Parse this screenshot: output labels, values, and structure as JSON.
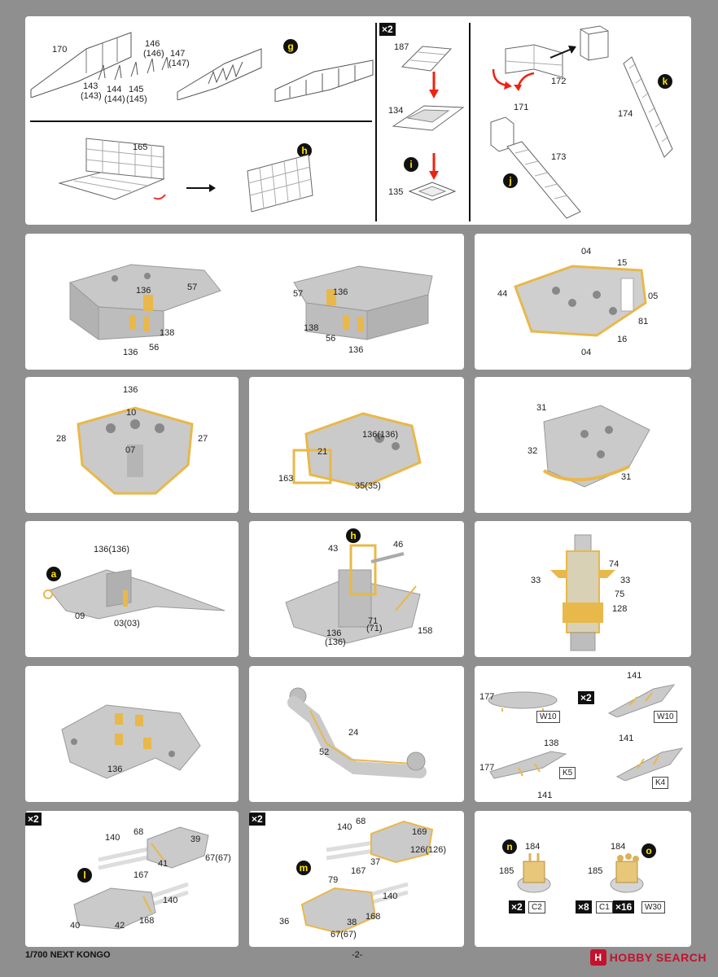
{
  "top": {
    "g_labels": {
      "p170": "170",
      "p146": "146",
      "p146b": "(146)",
      "p147": "147",
      "p147b": "(147)",
      "p143": "143",
      "p143b": "(143)",
      "p144": "144",
      "p144b": "(144)",
      "p145": "145",
      "p145b": "(145)"
    },
    "circle_g": "g",
    "circle_h": "h",
    "p165": "165",
    "x2": "×2",
    "p187": "187",
    "p134": "134",
    "circle_i": "i",
    "p135": "135",
    "p172": "172",
    "circle_k": "k",
    "p174": "174",
    "p171": "171",
    "p173": "173",
    "circle_j": "j"
  },
  "r1": {
    "a": {
      "l136": "136",
      "l57": "57",
      "l138": "138",
      "l136b": "136",
      "l56": "56"
    },
    "b": {
      "l57": "57",
      "l136": "136",
      "l138": "138",
      "l56": "56",
      "l136b": "136"
    },
    "c": {
      "l04": "04",
      "l15": "15",
      "l44": "44",
      "l05": "05",
      "l81": "81",
      "l16": "16",
      "l04b": "04"
    }
  },
  "r2": {
    "a": {
      "l136": "136",
      "l10": "10",
      "l28": "28",
      "l27": "27",
      "l07": "07"
    },
    "b": {
      "l136": "136(136)",
      "l21": "21",
      "l163": "163",
      "l35": "35(35)"
    },
    "c": {
      "l31": "31",
      "l32": "32",
      "l31b": "31"
    }
  },
  "r3": {
    "a": {
      "circle": "a",
      "l136": "136(136)",
      "l09": "09",
      "l03": "03(03)"
    },
    "b": {
      "circle": "h",
      "l43": "43",
      "l46": "46",
      "l71": "71",
      "l71b": "(71)",
      "l136": "136",
      "l136b": "(136)",
      "l158": "158"
    },
    "c": {
      "l74": "74",
      "l33": "33",
      "l33b": "33",
      "l75": "75",
      "l128": "128"
    }
  },
  "r4": {
    "a": {
      "l136": "136"
    },
    "b": {
      "l24": "24",
      "l52": "52"
    },
    "c": {
      "l177": "177",
      "x2": "×2",
      "l141": "141",
      "w10": "W10",
      "w10b": "W10",
      "l138": "138",
      "l177b": "177",
      "k5": "K5",
      "l141b": "141",
      "l141c": "141",
      "k4": "K4"
    }
  },
  "r5": {
    "a": {
      "x2": "×2",
      "l68": "68",
      "l140": "140",
      "l39": "39",
      "l41": "41",
      "l67": "67(67)",
      "circle": "l",
      "l167": "167",
      "l140b": "140",
      "l40": "40",
      "l42": "42",
      "l168": "168"
    },
    "b": {
      "x2": "×2",
      "l68": "68",
      "l140": "140",
      "l169": "169",
      "l126": "126(126)",
      "l37": "37",
      "circle": "m",
      "l167": "167",
      "l79": "79",
      "l140b": "140",
      "l36": "36",
      "l38": "38",
      "l168": "168",
      "l67": "67(67)"
    },
    "c": {
      "circle_n": "n",
      "l184": "184",
      "circle_o": "o",
      "l184b": "184",
      "l185": "185",
      "l185b": "185",
      "x2": "×2",
      "c2": "C2",
      "x8": "×8",
      "c1": "C1",
      "x16": "×16",
      "w30": "W30"
    }
  },
  "footer": {
    "left": "1/700 NEXT KONGO",
    "center": "-2-",
    "brand": "HOBBY SEARCH"
  }
}
